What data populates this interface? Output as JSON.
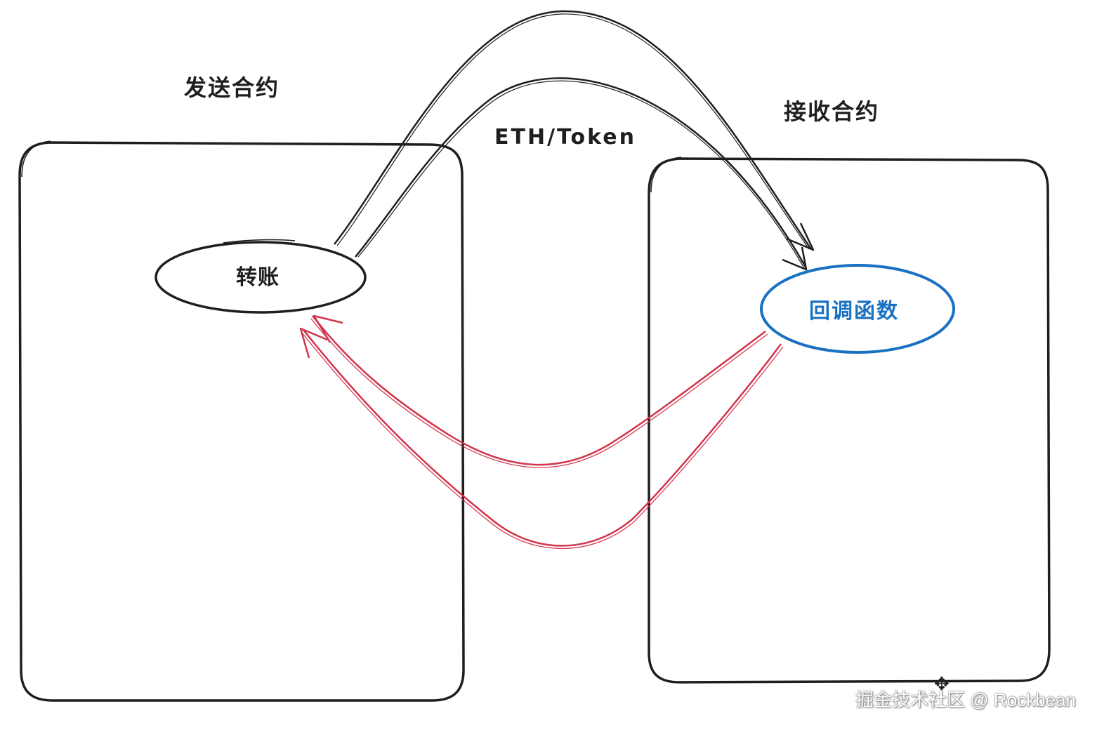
{
  "diagram": {
    "send_contract_label": "发送合约",
    "receive_contract_label": "接收合约",
    "token_label": "ETH/Token",
    "transfer_node_label": "转账",
    "callback_node_label": "回调函数"
  },
  "watermark": {
    "text": "掘金技术社区 @ Rockbean"
  },
  "colors": {
    "stroke": "#1e1e1e",
    "callback_node": "#1971c2",
    "callback_arrow": "#d2344b",
    "background": "#ffffff"
  },
  "icons": {
    "cursor": "move-cursor-icon"
  }
}
